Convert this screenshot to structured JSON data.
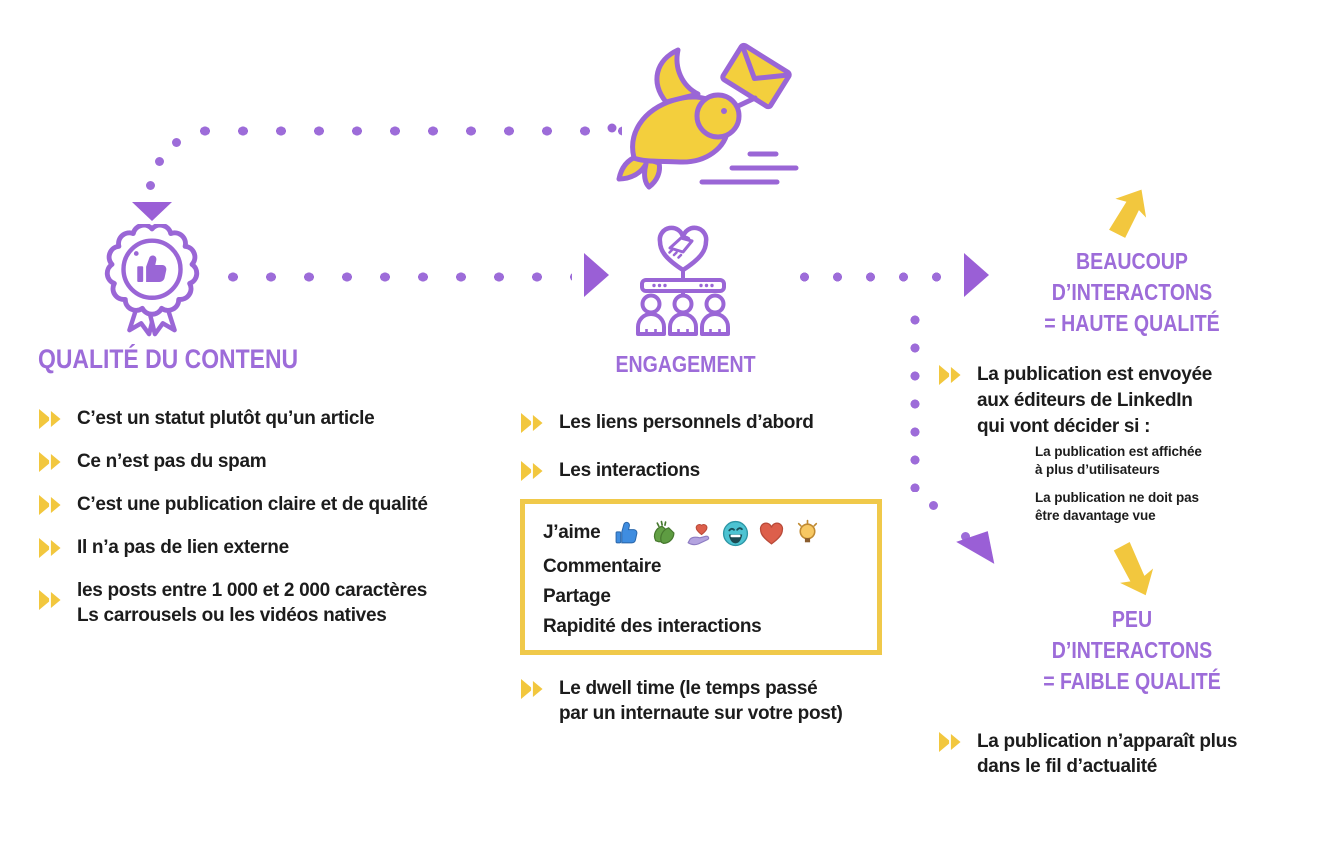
{
  "palette": {
    "purple": "#9d6cd9",
    "purple_deep": "#9a5fd6",
    "yellow": "#f2c73e",
    "yellow_border": "#f0c94a",
    "text": "#1c1c1c"
  },
  "hero": {
    "icon": "bird-mail-icon"
  },
  "quality": {
    "icon": "award-badge-icon",
    "heading": "QUALITÉ DU CONTENU",
    "items": [
      "C’est un statut plutôt  qu’un article",
      "Ce n’est pas du spam",
      "C’est une publication claire et de qualité",
      "Il n’a pas de lien externe",
      "les posts entre 1 000 et 2 000 caractères\nLs carrousels ou les vidéos natives"
    ]
  },
  "engagement": {
    "icon": "handshake-team-icon",
    "heading": "ENGAGEMENT",
    "items": [
      "Les liens personnels d’abord",
      "Les interactions"
    ],
    "reactions_box": {
      "like_label": "J’aime",
      "reactions": [
        "like-reaction-icon",
        "celebrate-reaction-icon",
        "support-reaction-icon",
        "funny-reaction-icon",
        "love-reaction-icon",
        "insightful-reaction-icon"
      ],
      "lines": [
        "Commentaire",
        "Partage",
        "Rapidité des interactions"
      ]
    },
    "dwell": "Le dwell time (le temps passé\npar un internaute sur votre post)"
  },
  "high": {
    "arrow_icon": "arrow-up-right-icon",
    "heading": "BEAUCOUP\nD’INTERACTONS\n= HAUTE QUALITÉ",
    "bullet": "La publication est envoyée\naux éditeurs de LinkedIn\nqui vont décider si :",
    "sub_items": [
      "La publication est affichée\nà plus d’utilisateurs",
      "La publication ne doit pas\nêtre davantage vue"
    ]
  },
  "low": {
    "arrow_icon": "arrow-down-right-icon",
    "heading": "PEU\nD’INTERACTONS\n= FAIBLE QUALITÉ",
    "bullet": "La publication n’apparaît plus\ndans le fil d’actualité"
  }
}
